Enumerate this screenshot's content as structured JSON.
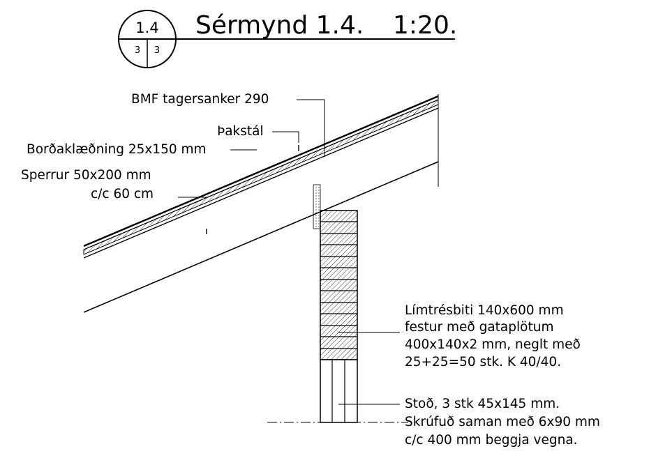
{
  "title": {
    "bubble_number": "1.4",
    "bubble_sheet_left": "3",
    "bubble_sheet_right": "3",
    "heading": "Sérmynd 1.4.",
    "scale": "1:20."
  },
  "callouts": {
    "anchor": "BMF tagersanker 290",
    "roof_steel": "Þakstál",
    "cladding": "Borðaklæðning 25x150 mm",
    "rafters_line1": "Sperrur 50x200 mm",
    "rafters_line2": "c/c 60 cm",
    "beam_line1": "Límtrésbiti 140x600 mm",
    "beam_line2": "festur með gataplötum",
    "beam_line3": "400x140x2 mm, neglt með",
    "beam_line4": "25+25=50 stk. K 40/40.",
    "post_line1": "Stoð, 3 stk 45x145 mm.",
    "post_line2": "Skrúfuð saman með 6x90 mm",
    "post_line3": "c/c 400 mm beggja vegna."
  },
  "colors": {
    "ink": "#000000",
    "background": "#ffffff"
  }
}
